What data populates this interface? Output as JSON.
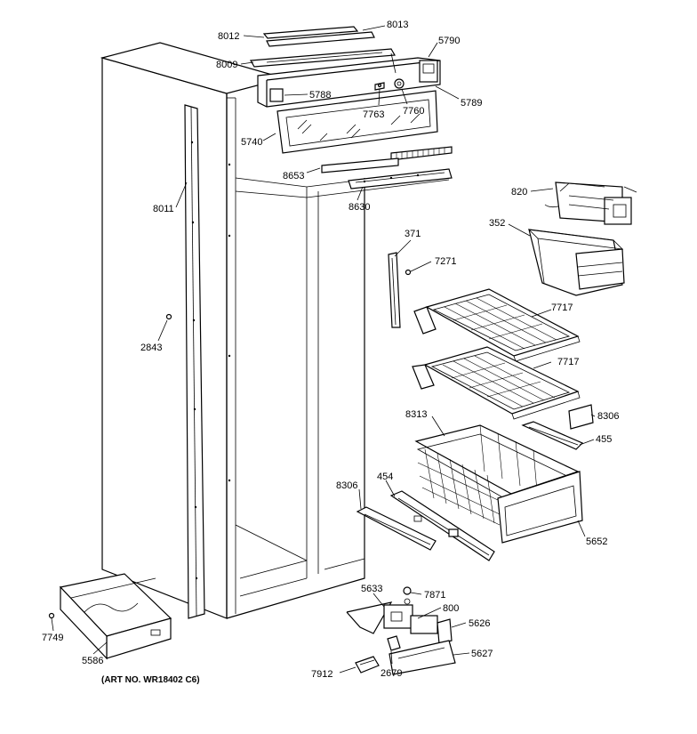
{
  "caption": "(ART NO. WR18402 C6)",
  "part_labels": {
    "p8012": "8012",
    "p8013": "8013",
    "p5790": "5790",
    "p8009": "8009",
    "p5788": "5788",
    "p5789": "5789",
    "p7763": "7763",
    "p7760": "7760",
    "p5740": "5740",
    "p8653": "8653",
    "p8630": "8630",
    "p8011": "8011",
    "p820": "820",
    "p352": "352",
    "p371": "371",
    "p7271": "7271",
    "p7717a": "7717",
    "p7717b": "7717",
    "p2843": "2843",
    "p8313": "8313",
    "p8306a": "8306",
    "p455": "455",
    "p8306b": "8306",
    "p454": "454",
    "p5652": "5652",
    "p5633": "5633",
    "p7871": "7871",
    "p800": "800",
    "p5626": "5626",
    "p5627": "5627",
    "p7749": "7749",
    "p5586": "5586",
    "p7912": "7912",
    "p2679": "2679"
  }
}
